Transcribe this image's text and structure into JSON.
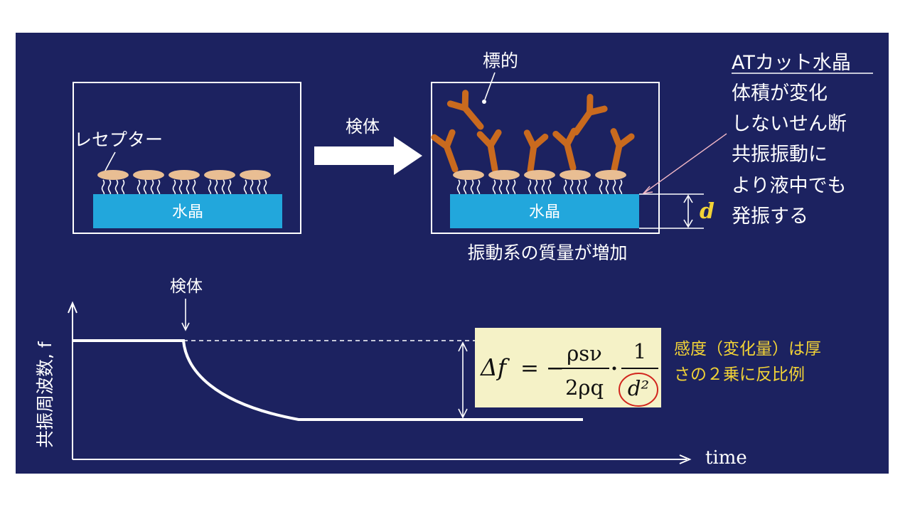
{
  "labels": {
    "receptor": "レセプター",
    "crystal_left": "水晶",
    "crystal_right": "水晶",
    "sample_top": "検体",
    "sample_graph": "検体",
    "target": "標的",
    "mass_increase": "振動系の質量が増加",
    "thickness": "d"
  },
  "at_cut": {
    "title": "ATカット水晶",
    "lines": [
      "体積が変化",
      "しないせん断",
      "共振振動に",
      "より液中でも",
      "発振する"
    ]
  },
  "graph": {
    "ylabel": "共振周波数, f",
    "xlabel": "time"
  },
  "formula": {
    "delta_f": "Δf",
    "equals_minus": "= −",
    "numerator": "ρsν",
    "denominator": "2ρq",
    "one": "1",
    "d_squared": "d²"
  },
  "sensitivity": {
    "lines": [
      "感度（変化量）は厚",
      "さの２乗に反比例"
    ]
  },
  "colors": {
    "background": "#1c2260",
    "crystal": "#22a7dc",
    "receptor": "#e9be93",
    "antigen": "#c96a1e",
    "formula_box": "#f5f2c7",
    "sensitivity_text": "#f2d336",
    "thickness_label": "#f2d336",
    "circle": "#d2261e"
  }
}
